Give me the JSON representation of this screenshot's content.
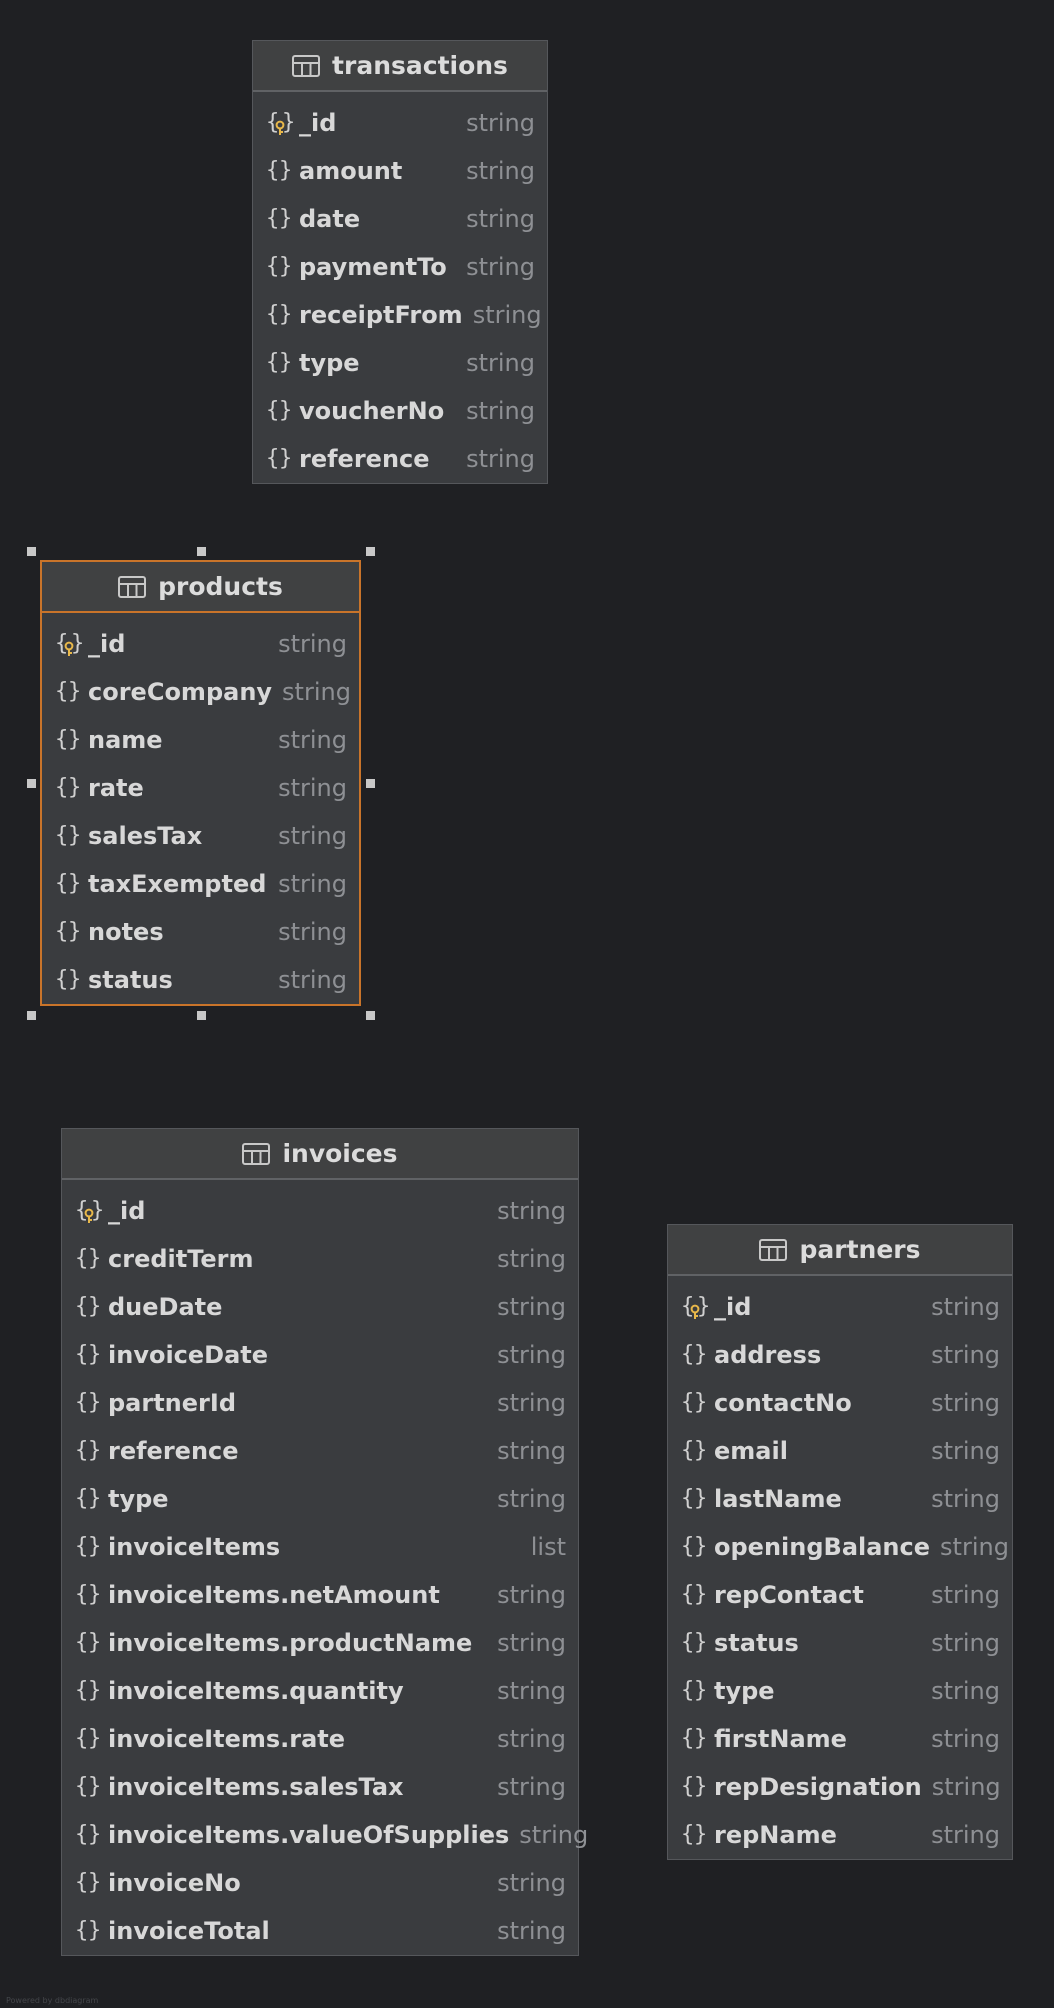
{
  "entities": [
    {
      "name": "transactions",
      "selected": false,
      "fields": [
        {
          "name": "_id",
          "type": "string",
          "key": true
        },
        {
          "name": "amount",
          "type": "string"
        },
        {
          "name": "date",
          "type": "string"
        },
        {
          "name": "paymentTo",
          "type": "string"
        },
        {
          "name": "receiptFrom",
          "type": "string"
        },
        {
          "name": "type",
          "type": "string"
        },
        {
          "name": "voucherNo",
          "type": "string"
        },
        {
          "name": "reference",
          "type": "string"
        }
      ]
    },
    {
      "name": "products",
      "selected": true,
      "fields": [
        {
          "name": "_id",
          "type": "string",
          "key": true
        },
        {
          "name": "coreCompany",
          "type": "string"
        },
        {
          "name": "name",
          "type": "string"
        },
        {
          "name": "rate",
          "type": "string"
        },
        {
          "name": "salesTax",
          "type": "string"
        },
        {
          "name": "taxExempted",
          "type": "string"
        },
        {
          "name": "notes",
          "type": "string"
        },
        {
          "name": "status",
          "type": "string"
        }
      ]
    },
    {
      "name": "invoices",
      "selected": false,
      "fields": [
        {
          "name": "_id",
          "type": "string",
          "key": true
        },
        {
          "name": "creditTerm",
          "type": "string"
        },
        {
          "name": "dueDate",
          "type": "string"
        },
        {
          "name": "invoiceDate",
          "type": "string"
        },
        {
          "name": "partnerId",
          "type": "string"
        },
        {
          "name": "reference",
          "type": "string"
        },
        {
          "name": "type",
          "type": "string"
        },
        {
          "name": "invoiceItems",
          "type": "list"
        },
        {
          "name": "invoiceItems.netAmount",
          "type": "string"
        },
        {
          "name": "invoiceItems.productName",
          "type": "string"
        },
        {
          "name": "invoiceItems.quantity",
          "type": "string"
        },
        {
          "name": "invoiceItems.rate",
          "type": "string"
        },
        {
          "name": "invoiceItems.salesTax",
          "type": "string"
        },
        {
          "name": "invoiceItems.valueOfSupplies",
          "type": "string"
        },
        {
          "name": "invoiceNo",
          "type": "string"
        },
        {
          "name": "invoiceTotal",
          "type": "string"
        }
      ]
    },
    {
      "name": "partners",
      "selected": false,
      "fields": [
        {
          "name": "_id",
          "type": "string",
          "key": true
        },
        {
          "name": "address",
          "type": "string"
        },
        {
          "name": "contactNo",
          "type": "string"
        },
        {
          "name": "email",
          "type": "string"
        },
        {
          "name": "lastName",
          "type": "string"
        },
        {
          "name": "openingBalance",
          "type": "string"
        },
        {
          "name": "repContact",
          "type": "string"
        },
        {
          "name": "status",
          "type": "string"
        },
        {
          "name": "type",
          "type": "string"
        },
        {
          "name": "firstName",
          "type": "string"
        },
        {
          "name": "repDesignation",
          "type": "string"
        },
        {
          "name": "repName",
          "type": "string"
        }
      ]
    }
  ],
  "colors": {
    "canvas_bg": "#1f2023",
    "key_icon": "#e8b84a",
    "selection_border": "#c9742a"
  },
  "watermark": "Powered by dbdiagram"
}
